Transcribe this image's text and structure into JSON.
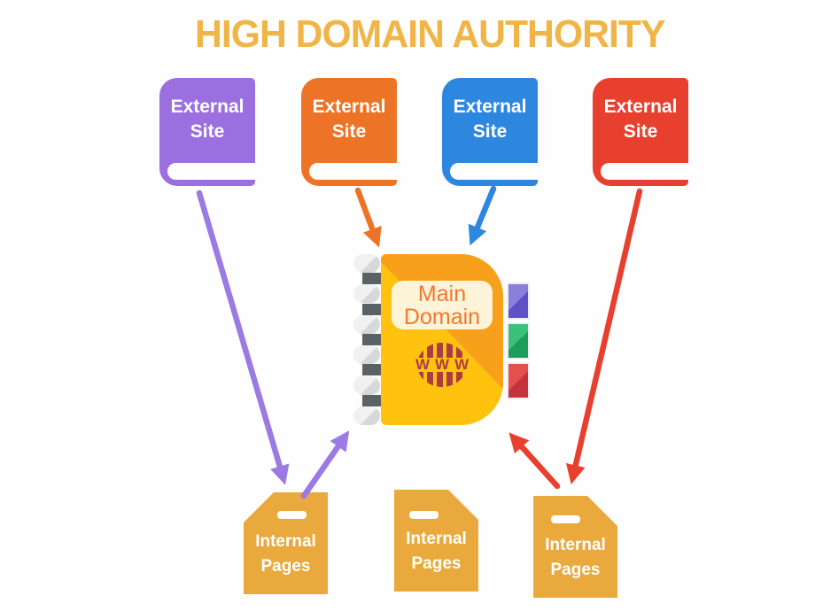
{
  "title": "HIGH DOMAIN AUTHORITY",
  "colors": {
    "title": "#F0B546",
    "background": "#FEFEFE",
    "purple": "#9B6FDF",
    "orange": "#ED7327",
    "blue": "#2E87DF",
    "red": "#E8402F",
    "internal_gold": "#E9A93C",
    "main_body_yellow": "#FFC30F",
    "main_body_orange": "#F8A01B",
    "label_bg": "#FCF3D9",
    "label_text": "#F2782F",
    "globe_maroon": "#AC3B42",
    "tab_purple": "#6F60CE",
    "tab_green": "#2DAF68",
    "tab_red": "#D24146"
  },
  "external_sites": [
    {
      "id": "purple",
      "line1": "External",
      "line2": "Site",
      "color": "#9B6FDF"
    },
    {
      "id": "orange",
      "line1": "External",
      "line2": "Site",
      "color": "#ED7327"
    },
    {
      "id": "blue",
      "line1": "External",
      "line2": "Site",
      "color": "#2E87DF"
    },
    {
      "id": "red",
      "line1": "External",
      "line2": "Site",
      "color": "#E8402F"
    }
  ],
  "main_domain": {
    "line1": "Main",
    "line2": "Domain",
    "www": "WWW"
  },
  "internal_pages": [
    {
      "line1": "Internal",
      "line2": "Pages"
    },
    {
      "line1": "Internal",
      "line2": "Pages"
    },
    {
      "line1": "Internal",
      "line2": "Pages"
    }
  ]
}
